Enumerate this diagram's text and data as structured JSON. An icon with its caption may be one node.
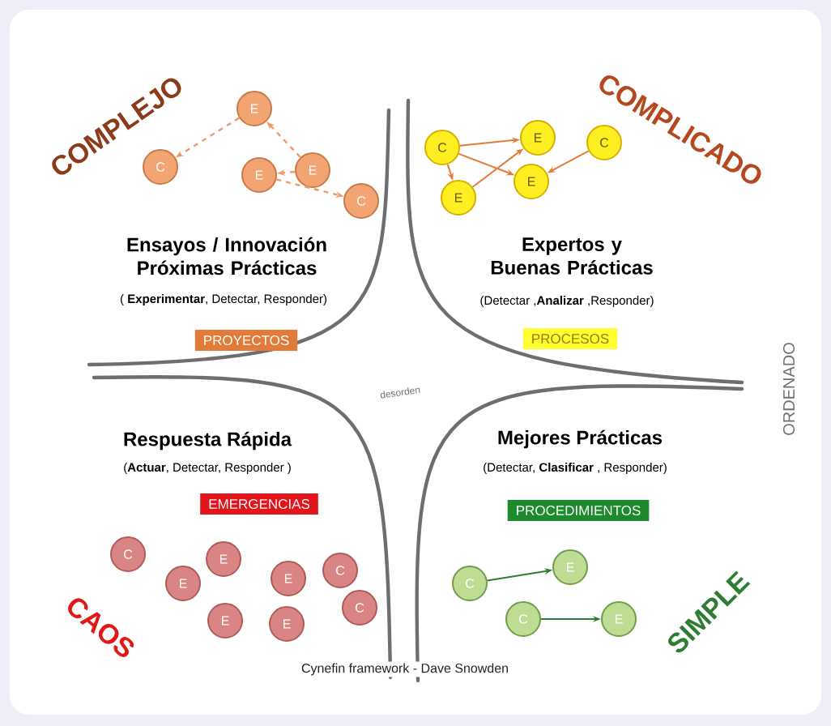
{
  "diagram": {
    "nodes": [
      {
        "text": [
          "C"
        ]
      },
      {
        "text": [
          "E"
        ]
      },
      {
        "text": [
          "E"
        ]
      },
      {
        "text": [
          "E"
        ]
      },
      {
        "text": [
          "C"
        ]
      },
      {
        "text": [
          "PROYECTOS"
        ]
      },
      {
        "text": [
          "C"
        ]
      },
      {
        "text": [
          "E"
        ]
      },
      {
        "text": [
          "C"
        ]
      },
      {
        "text": [
          "E"
        ]
      },
      {
        "text": [
          "E"
        ]
      },
      {
        "text": [
          "PROCESOS"
        ]
      },
      {
        "text": [
          "EMERGENCIAS"
        ]
      },
      {
        "text": [
          "C"
        ]
      },
      {
        "text": [
          "E"
        ]
      },
      {
        "text": [
          "E"
        ]
      },
      {
        "text": [
          "E"
        ]
      },
      {
        "text": [
          "E"
        ]
      },
      {
        "text": [
          "E"
        ]
      },
      {
        "text": [
          "C"
        ]
      },
      {
        "text": [
          "C"
        ]
      },
      {
        "text": [
          "PROCEDIMIENTOS"
        ]
      },
      {
        "text": [
          "C"
        ]
      },
      {
        "text": [
          "E"
        ]
      },
      {
        "text": [
          "C"
        ]
      },
      {
        "text": [
          "E"
        ]
      }
    ],
    "edges": [
      {
        "from": 1,
        "to": 0,
        "arrow": "to",
        "style": "dashed",
        "color": "#eb9a68"
      },
      {
        "from": 3,
        "to": 1,
        "arrow": "to",
        "style": "dashed",
        "color": "#eb9a68"
      },
      {
        "from": 3,
        "to": 2,
        "arrow": "to",
        "style": "dashed",
        "color": "#eb9a68"
      },
      {
        "from": 2,
        "to": 4,
        "arrow": "to",
        "style": "dashed",
        "color": "#eb9a68"
      },
      {
        "from": 6,
        "to": 7,
        "arrow": "to"
      },
      {
        "from": 6,
        "to": 10,
        "arrow": "to"
      },
      {
        "from": 6,
        "to": 9,
        "arrow": "to"
      },
      {
        "from": 10,
        "to": 7,
        "arrow": "to"
      },
      {
        "from": 8,
        "to": 9,
        "arrow": "to"
      },
      {
        "from": 22,
        "to": 23,
        "arrow": "to",
        "color": "#2e7d32"
      },
      {
        "from": 24,
        "to": 25,
        "arrow": "to",
        "color": "#2e7d32"
      }
    ],
    "labels": [
      "COMPLEJO",
      "COMPLICADO",
      "Ensayos / Innovación Próximas Prácticas",
      "( **Experimentar**, Detectar, Responder)",
      "Expertos y Buenas Prácticas",
      "(Detectar ,**Analizar** ,Responder)",
      "ORDENADO",
      "desorden",
      "Respuesta Rápida",
      "(**Actuar**, Detectar, Responder )",
      "Mejores Prácticas",
      "(Detectar, **Clasificar** , Responder)",
      "CAOS",
      "SIMPLE",
      "Cynefin framework - Dave Snowden"
    ]
  }
}
